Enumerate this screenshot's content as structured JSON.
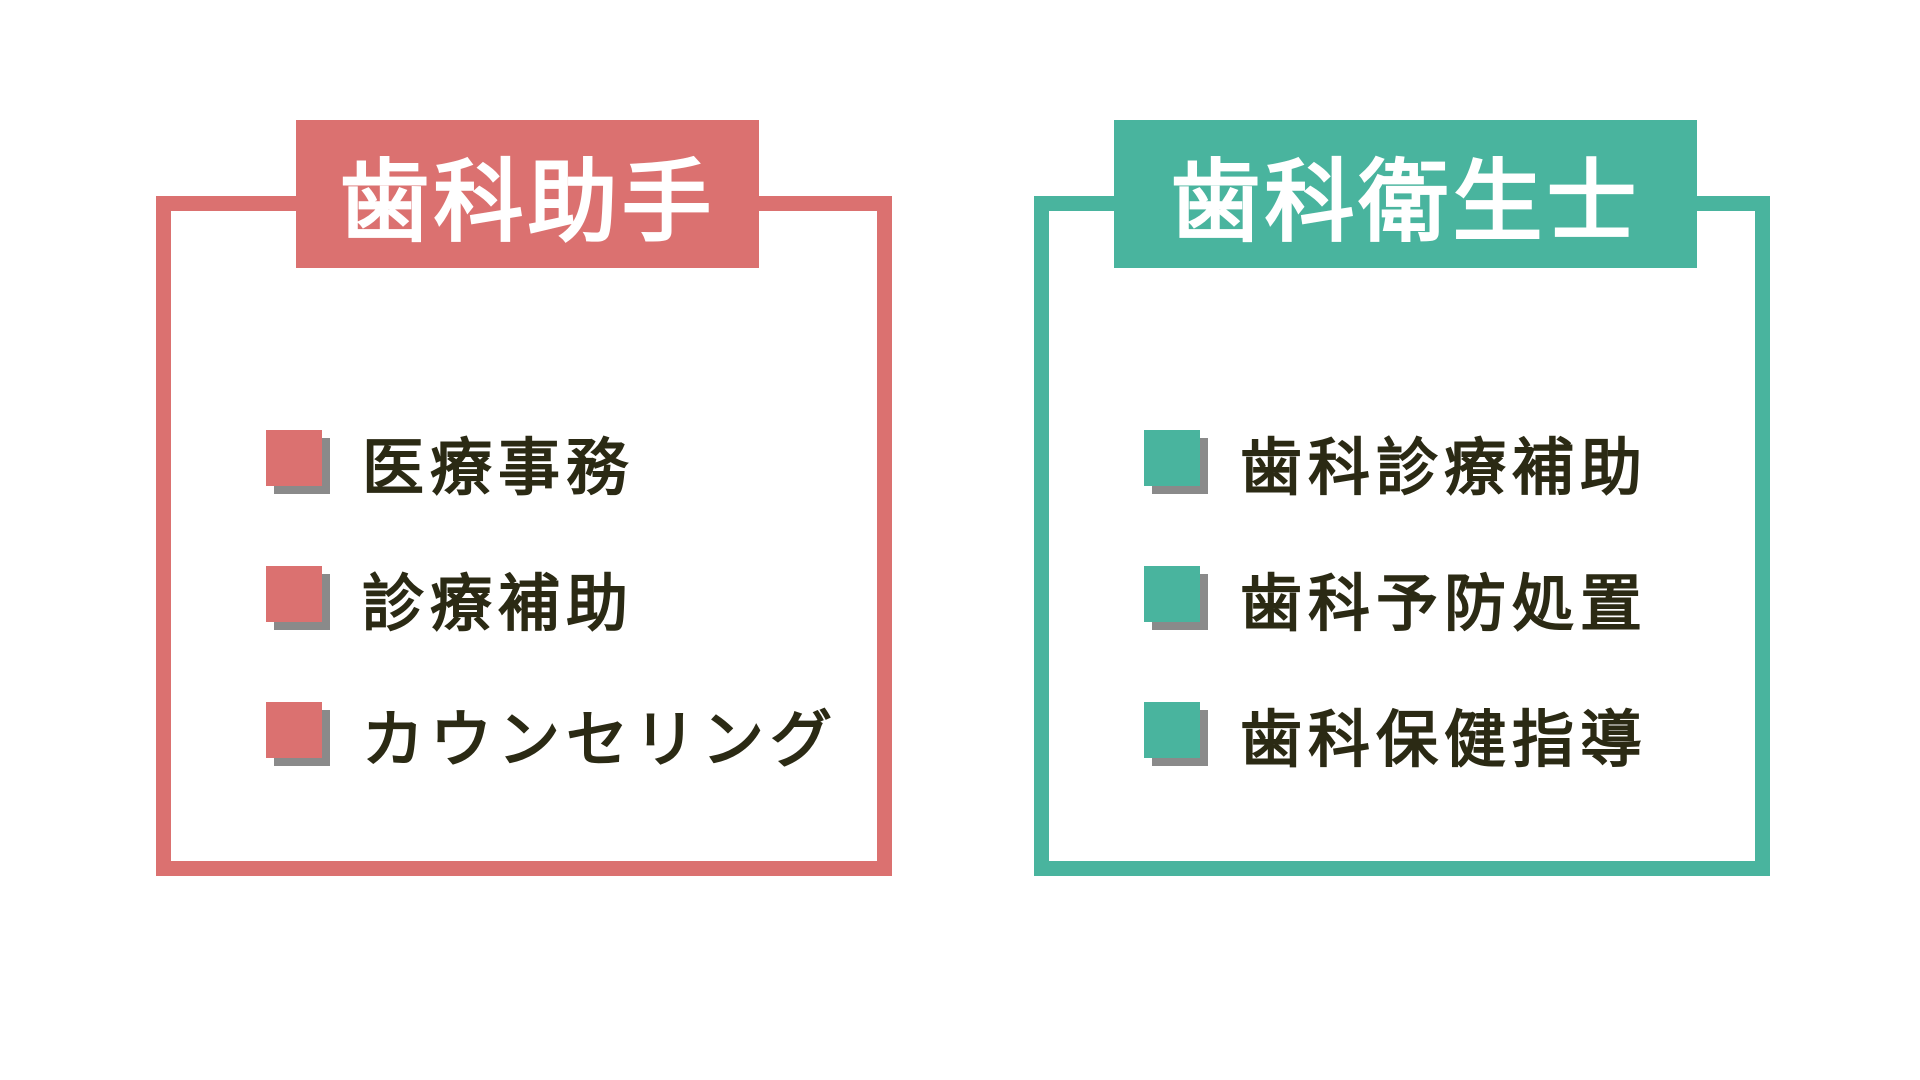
{
  "colors": {
    "assistant_accent": "#db7170",
    "hygienist_accent": "#49b49e",
    "text_dark": "#2b2a14",
    "bullet_shadow": "#8a8a8a"
  },
  "assistant": {
    "title": "歯科助手",
    "items": [
      {
        "label": "医療事務",
        "icon": "square-bullet-icon"
      },
      {
        "label": "診療補助",
        "icon": "square-bullet-icon"
      },
      {
        "label": "カウンセリング",
        "icon": "square-bullet-icon"
      }
    ]
  },
  "hygienist": {
    "title": "歯科衛生士",
    "items": [
      {
        "label": "歯科診療補助",
        "icon": "square-bullet-icon"
      },
      {
        "label": "歯科予防処置",
        "icon": "square-bullet-icon"
      },
      {
        "label": "歯科保健指導",
        "icon": "square-bullet-icon"
      }
    ]
  }
}
